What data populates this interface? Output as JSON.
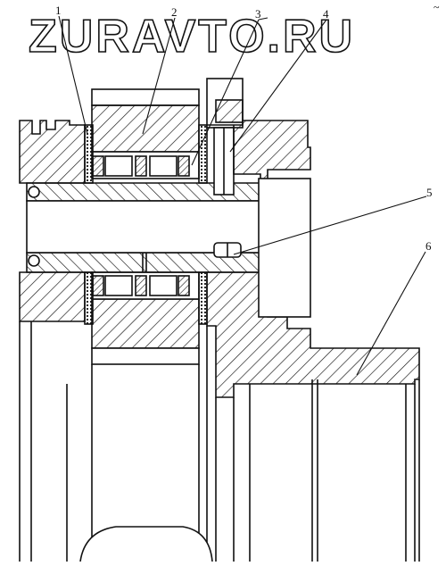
{
  "watermark": "ZURAVTO.RU",
  "corner_mark": "~",
  "callouts": [
    "1",
    "2",
    "3",
    "4",
    "5",
    "6"
  ],
  "colors": {
    "ink": "#111111",
    "paper": "#ffffff"
  }
}
